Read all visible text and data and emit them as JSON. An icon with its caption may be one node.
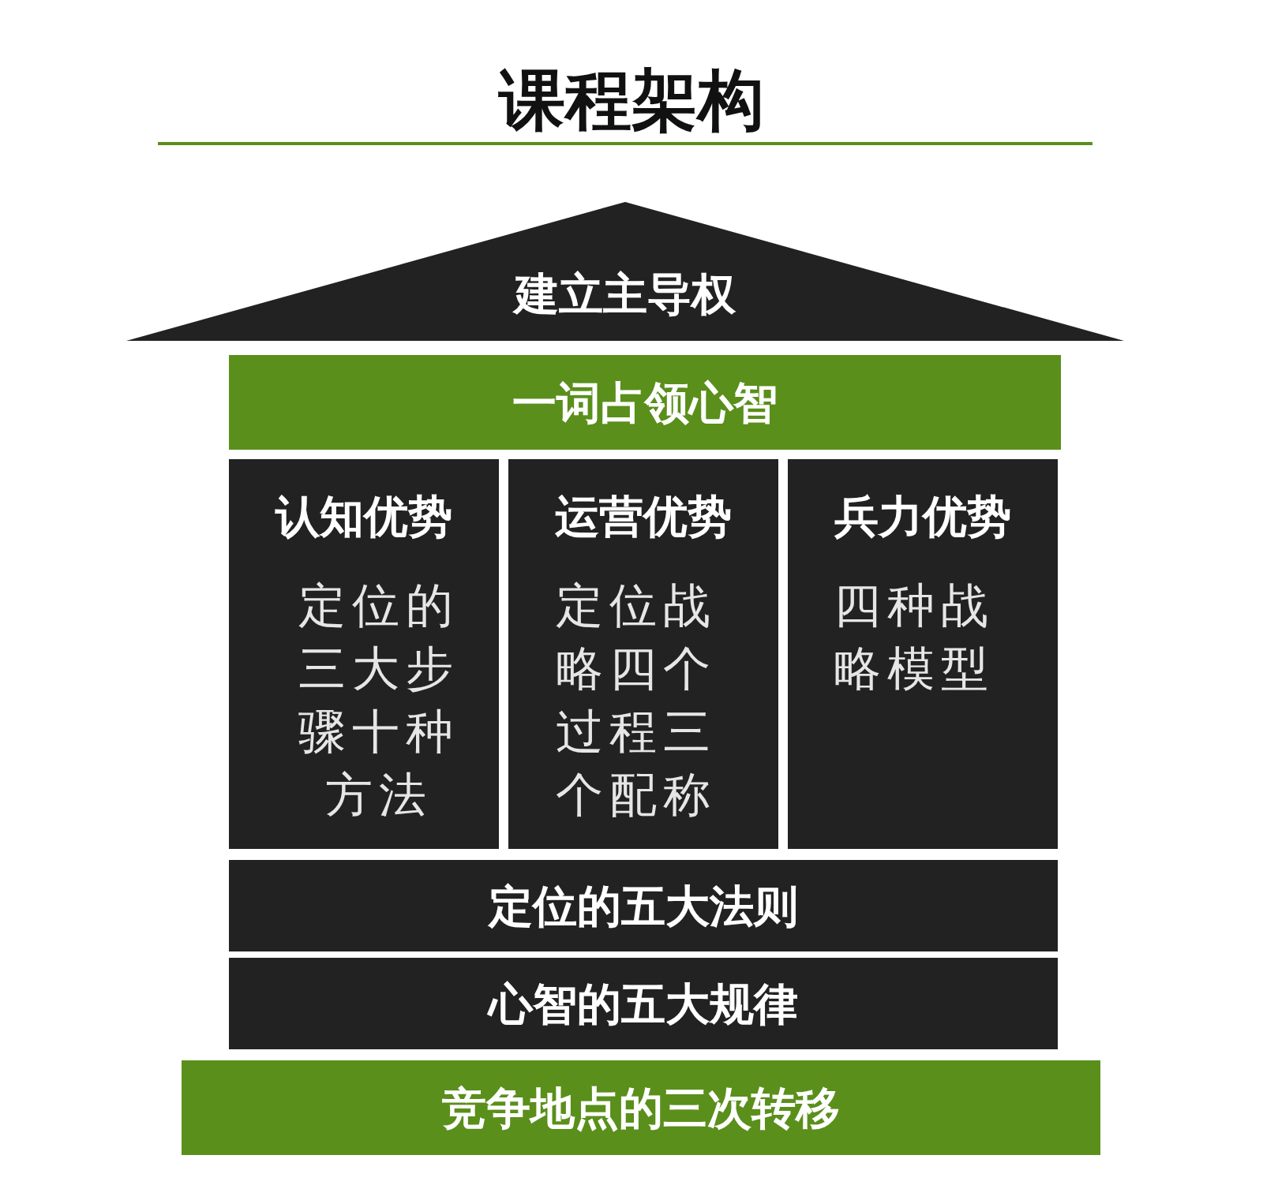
{
  "diagram": {
    "title": "课程架构",
    "nodes": [
      {
        "text": [
          "建立主导权"
        ]
      },
      {
        "text": [
          "一词占领心智"
        ]
      },
      {
        "text": [
          "认知优势",
          "定位的三大步骤十种方法"
        ]
      },
      {
        "text": [
          "运营优势",
          "定位战略四个过程三个配称"
        ]
      },
      {
        "text": [
          "兵力优势",
          "四种战略模型"
        ]
      },
      {
        "text": [
          "定位的五大法则"
        ]
      },
      {
        "text": [
          "心智的五大规律"
        ]
      },
      {
        "text": [
          "竞争地点的三次转移"
        ]
      }
    ]
  }
}
